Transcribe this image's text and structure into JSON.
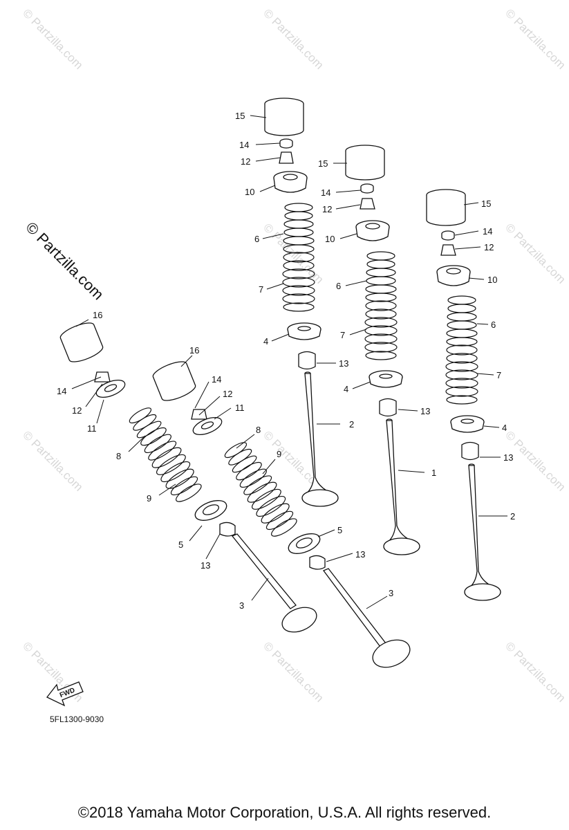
{
  "watermark": "© Partzilla.com",
  "diagram_code": "5FL1300-9030",
  "fwd_label": "FWD",
  "copyright": "©2018 Yamaha Motor Corporation, U.S.A. All rights reserved.",
  "callouts": [
    {
      "id": "c1",
      "text": "15"
    },
    {
      "id": "c2",
      "text": "14"
    },
    {
      "id": "c3",
      "text": "12"
    },
    {
      "id": "c4",
      "text": "10"
    },
    {
      "id": "c5",
      "text": "6"
    },
    {
      "id": "c6",
      "text": "7"
    },
    {
      "id": "c7",
      "text": "4"
    },
    {
      "id": "c8",
      "text": "13"
    },
    {
      "id": "c9",
      "text": "2"
    },
    {
      "id": "c10",
      "text": "15"
    },
    {
      "id": "c11",
      "text": "14"
    },
    {
      "id": "c12",
      "text": "12"
    },
    {
      "id": "c13",
      "text": "10"
    },
    {
      "id": "c14",
      "text": "6"
    },
    {
      "id": "c15",
      "text": "7"
    },
    {
      "id": "c16",
      "text": "4"
    },
    {
      "id": "c17",
      "text": "13"
    },
    {
      "id": "c18",
      "text": "1"
    },
    {
      "id": "c19",
      "text": "15"
    },
    {
      "id": "c20",
      "text": "14"
    },
    {
      "id": "c21",
      "text": "12"
    },
    {
      "id": "c22",
      "text": "10"
    },
    {
      "id": "c23",
      "text": "6"
    },
    {
      "id": "c24",
      "text": "7"
    },
    {
      "id": "c25",
      "text": "4"
    },
    {
      "id": "c26",
      "text": "13"
    },
    {
      "id": "c27",
      "text": "2"
    },
    {
      "id": "c28",
      "text": "16"
    },
    {
      "id": "c29",
      "text": "14"
    },
    {
      "id": "c30",
      "text": "12"
    },
    {
      "id": "c31",
      "text": "11"
    },
    {
      "id": "c32",
      "text": "8"
    },
    {
      "id": "c33",
      "text": "9"
    },
    {
      "id": "c34",
      "text": "5"
    },
    {
      "id": "c35",
      "text": "13"
    },
    {
      "id": "c36",
      "text": "3"
    },
    {
      "id": "c37",
      "text": "16"
    },
    {
      "id": "c38",
      "text": "14"
    },
    {
      "id": "c39",
      "text": "12"
    },
    {
      "id": "c40",
      "text": "11"
    },
    {
      "id": "c41",
      "text": "8"
    },
    {
      "id": "c42",
      "text": "9"
    },
    {
      "id": "c43",
      "text": "5"
    },
    {
      "id": "c44",
      "text": "13"
    },
    {
      "id": "c45",
      "text": "3"
    }
  ]
}
